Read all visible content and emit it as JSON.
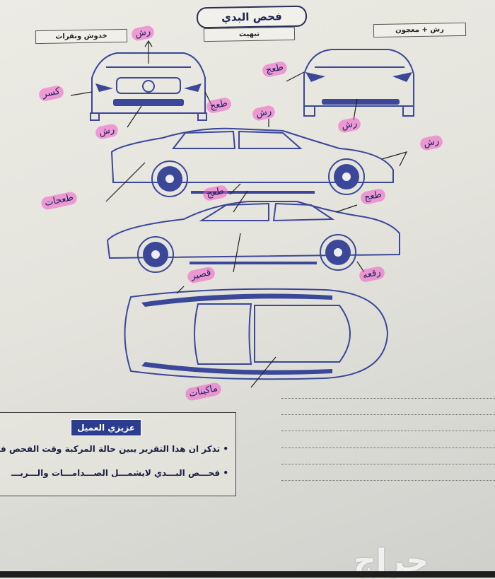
{
  "form": {
    "title": "فحص البدي",
    "legend": {
      "scratches": "خدوش ونقرات",
      "fading": "تبهيت",
      "paint_putty": "رش + معجون"
    }
  },
  "handwritten_notes": [
    "رش",
    "كسر",
    "رش",
    "طعج",
    "رش",
    "طعج",
    "رش",
    "رش",
    "طعجات",
    "طعج",
    "طعج",
    "قصير",
    "رقعه",
    "ماكينات"
  ],
  "notice": {
    "heading": "عزيزي العميل",
    "lines": [
      "• تذكر ان هذا التقرير يبين حالة المركبة وقت الفحص فقط",
      "• فحـــص البـــدي لايشمـــل الصـــدامـــات والـــربـــ"
    ]
  },
  "watermark": "حراج",
  "colors": {
    "ink": "#3b4799",
    "highlight": "#f05ac8",
    "header_bg": "#2c3d8f"
  }
}
